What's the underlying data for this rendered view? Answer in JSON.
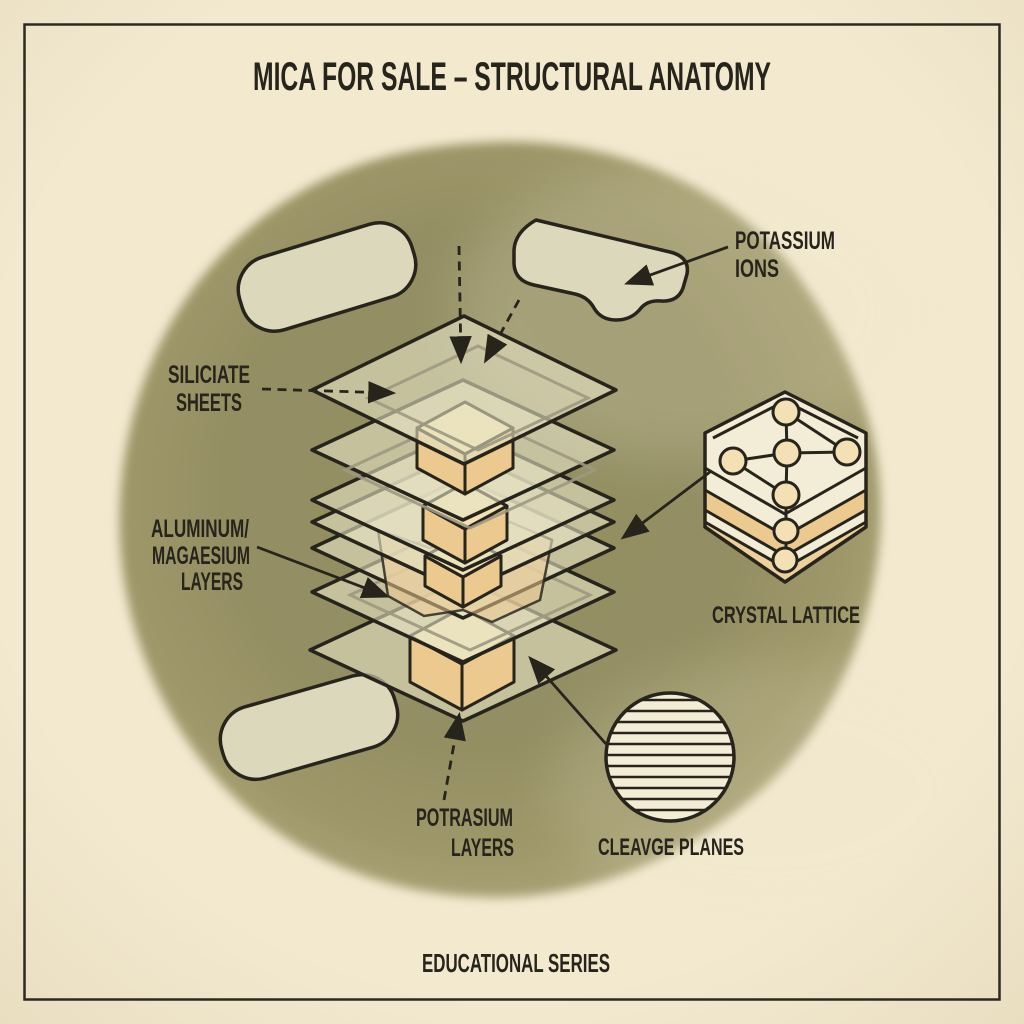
{
  "title": "MICA FOR SALE – STRUCTURAL ANATOMY",
  "footer": "EDUCATIONAL SERIES",
  "labels": {
    "potassium_ions": {
      "lines": [
        "POTASSIUM",
        "IONS"
      ]
    },
    "siliciate_sheets": {
      "lines": [
        "SILICIATE",
        "SHEETS"
      ]
    },
    "aluminum_magnesium_layers": {
      "lines": [
        "ALUMINUM/",
        "MAGAESIUM",
        "LAYERS"
      ]
    },
    "crystal_lattice": {
      "lines": [
        "CRYSTAL LATTICE"
      ]
    },
    "cleavage_planes": {
      "lines": [
        "CLEAVGE PLANES"
      ]
    },
    "potassium_layers": {
      "lines": [
        "POTRASIUM",
        "LAYERS"
      ]
    }
  },
  "colors": {
    "paper": "#f2e9cf",
    "paper-edge": "#eadec1",
    "ink": "#26241b",
    "olive-core": "#8f8b60",
    "olive-edge": "#b2a97f",
    "sheet-fill": "#e6e2c4",
    "free-sheet": "#dcd8bb",
    "tan": "#ecc98f",
    "tan-light": "#f3e0b4",
    "cream-face": "#f3ecd6",
    "gray-line": "#9d987f"
  }
}
